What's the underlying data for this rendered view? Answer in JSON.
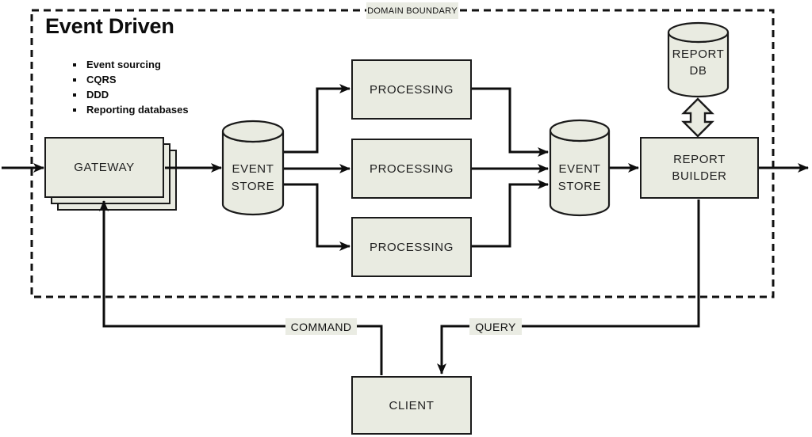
{
  "diagram": {
    "boundary_label": "DOMAIN BOUNDARY",
    "title": "Event Driven",
    "bullets": [
      "Event sourcing",
      "CQRS",
      "DDD",
      "Reporting databases"
    ],
    "nodes": {
      "gateway": {
        "label": "GATEWAY"
      },
      "event_store_left": {
        "line1": "EVENT",
        "line2": "STORE"
      },
      "processing_top": {
        "label": "PROCESSING"
      },
      "processing_middle": {
        "label": "PROCESSING"
      },
      "processing_bottom": {
        "label": "PROCESSING"
      },
      "event_store_right": {
        "line1": "EVENT",
        "line2": "STORE"
      },
      "report_db": {
        "line1": "REPORT",
        "line2": "DB"
      },
      "report_builder": {
        "line1": "REPORT",
        "line2": "BUILDER"
      },
      "client": {
        "label": "CLIENT"
      }
    },
    "edge_labels": {
      "command": "COMMAND",
      "query": "QUERY"
    },
    "colors": {
      "node_fill": "#e9ebe1",
      "node_border": "#1a1a1a",
      "line": "#0d0d0d",
      "label_bg": "#eaece3"
    }
  }
}
